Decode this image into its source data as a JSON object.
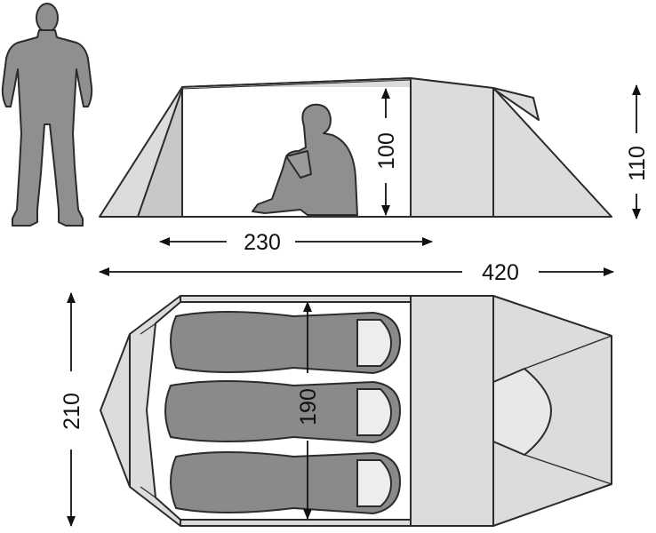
{
  "colors": {
    "outline": "#2b2b2b",
    "fabric": "#dcdcdc",
    "fabric_dark": "#c4c4c4",
    "figure": "#8f8f8f",
    "sleeping_bag": "#8a8a8a",
    "bag_hood": "#ededed"
  },
  "dimensions": {
    "interior_length": "230",
    "inner_height": "100",
    "total_height": "110",
    "total_length": "420",
    "width": "210",
    "sleeping_length": "190"
  },
  "icons": {
    "standing_person": "standing-person-icon",
    "sitting_person": "sitting-person-icon",
    "sleeping_bag": "sleeping-bag-icon"
  },
  "sleeping_bag_count": 3
}
